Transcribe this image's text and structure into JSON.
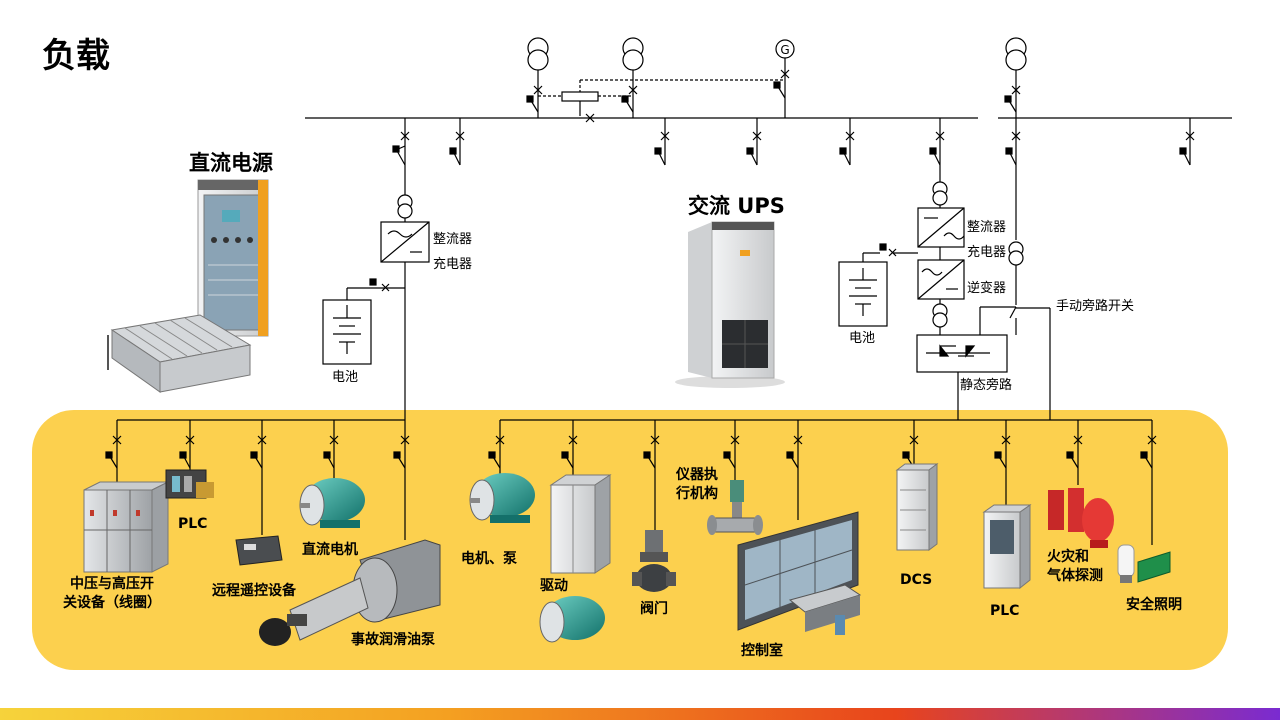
{
  "title": "负载",
  "colors": {
    "load_area": "#FCD04E",
    "line": "#000000",
    "equipment_gray": "#b9bcbf",
    "motor_teal": "#1f8f86",
    "accent_orange": "#f0a020"
  },
  "sections": {
    "dc_power": "直流电源",
    "ac_ups": "交流 UPS"
  },
  "components": {
    "rectifier_charger_dc": [
      "整流器",
      "充电器"
    ],
    "battery_dc": "电池",
    "rectifier_charger_ups": [
      "整流器",
      "充电器"
    ],
    "inverter": "逆变器",
    "battery_ups": "电池",
    "manual_bypass": "手动旁路开关",
    "static_bypass": "静态旁路",
    "generator": "G"
  },
  "loads": {
    "mv_hv_switchgear": [
      "中压与高压开",
      "关设备（线圈）"
    ],
    "plc_1": "PLC",
    "remote_control": "远程遥控设备",
    "dc_motor": "直流电机",
    "emergency_pump": "事故润滑油泵",
    "motor_pump": "电机、泵",
    "drive": "驱动",
    "valve": "阀门",
    "actuator": [
      "仪器执",
      "行机构"
    ],
    "control_room": "控制室",
    "dcs": "DCS",
    "plc_2": "PLC",
    "fire_gas": [
      "火灾和",
      "气体探测"
    ],
    "safety_lighting": "安全照明"
  },
  "icons": [
    "transformer-icon",
    "generator-icon",
    "breaker-icon",
    "rectifier-icon",
    "inverter-icon",
    "battery-icon",
    "static-switch-icon",
    "motor-icon",
    "cabinet-icon"
  ]
}
